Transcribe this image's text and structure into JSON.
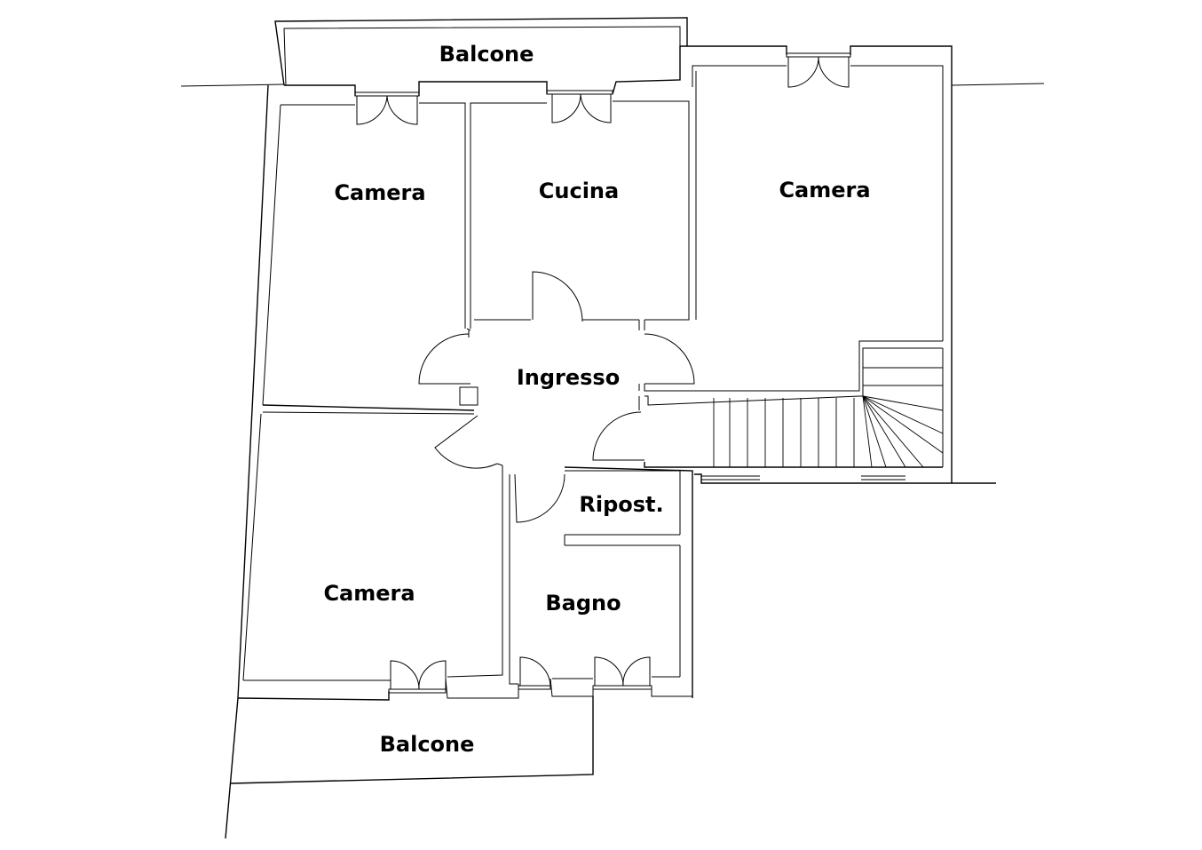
{
  "plan": {
    "rooms": {
      "balcone_top": "Balcone",
      "camera_nw": "Camera",
      "cucina": "Cucina",
      "camera_ne": "Camera",
      "ingresso": "Ingresso",
      "ripostiglio": "Ripost.",
      "camera_sw": "Camera",
      "bagno": "Bagno",
      "balcone_bottom": "Balcone"
    }
  }
}
